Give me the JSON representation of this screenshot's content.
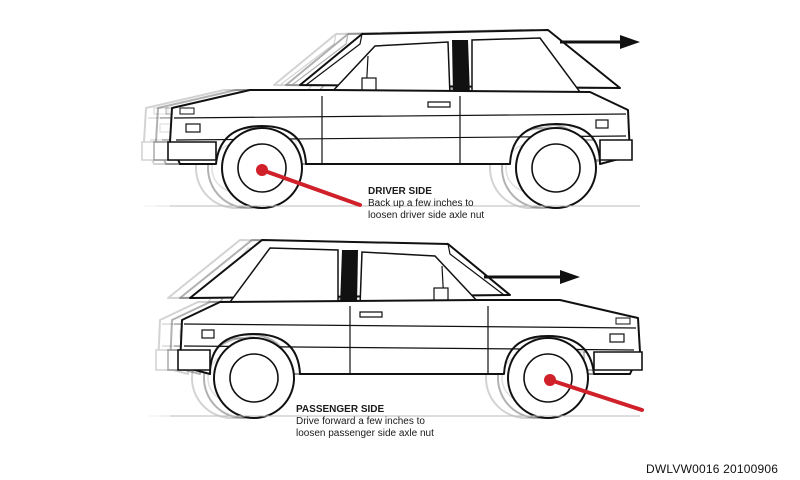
{
  "callouts": {
    "driver": {
      "title": "DRIVER SIDE",
      "text": "Back up a few inches to\nloosen driver side axle nut"
    },
    "passenger": {
      "title": "PASSENGER SIDE",
      "text": "Drive forward a few inches to\nloosen passenger side axle nut"
    }
  },
  "code": "DWLVW0016 20100906",
  "colors": {
    "outline": "#111111",
    "ghost": "#c8c8c8",
    "pointer": "#d0202a",
    "arrow": "#111111"
  },
  "icons": {
    "direction": "arrow-right-icon",
    "axle": "axle-nut-marker-icon"
  }
}
